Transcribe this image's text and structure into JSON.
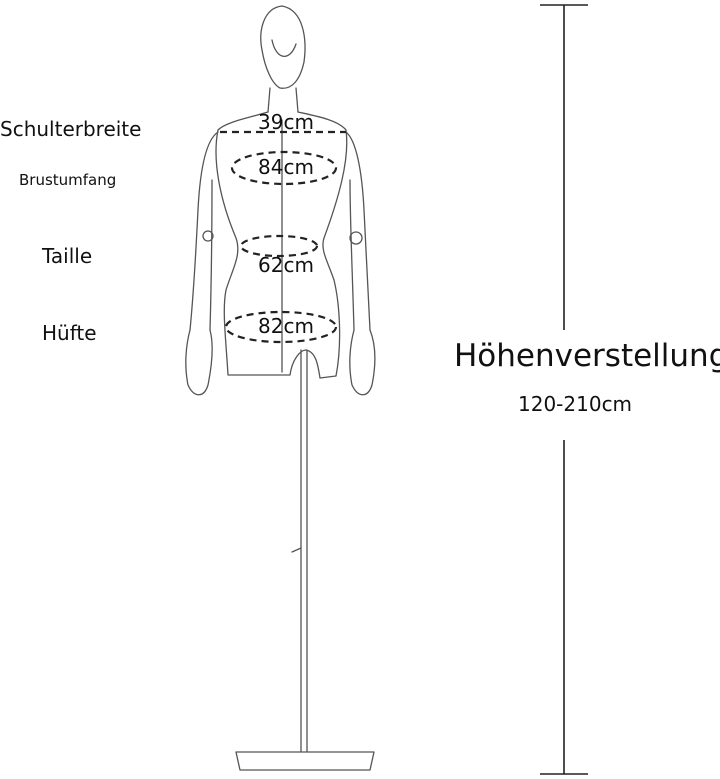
{
  "labels": {
    "shoulder": "Schulterbreite",
    "chest": "Brustumfang",
    "waist": "Taille",
    "hip": "Hüfte"
  },
  "measurements": {
    "shoulder": "39cm",
    "chest": "84cm",
    "waist": "62cm",
    "hip": "82cm"
  },
  "height": {
    "title": "Höhenverstellung:",
    "range": "120-210cm"
  },
  "colors": {
    "line": "#222222",
    "sketch": "#555555"
  }
}
